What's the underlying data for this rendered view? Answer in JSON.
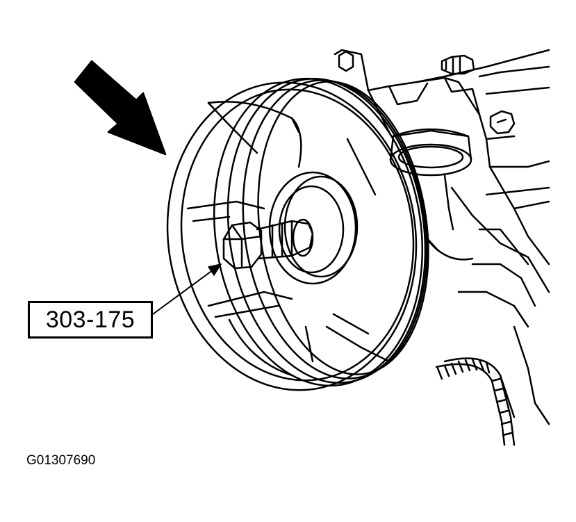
{
  "diagram": {
    "subject": "crankshaft-pulley",
    "tool_label": "303-175",
    "figure_id": "G01307690",
    "stroke_color": "#000000",
    "background_color": "#ffffff"
  }
}
